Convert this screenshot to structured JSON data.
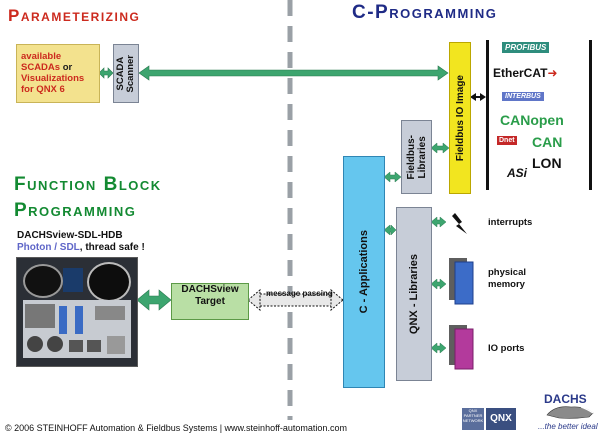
{
  "headings": {
    "parameterizing": "Parameterizing",
    "c_programming": "C-Programming",
    "function_block_1": "Function Block",
    "function_block_2": "Programming"
  },
  "scadas": {
    "line1": "available",
    "line2": "SCADAs",
    "line2_suffix": " or",
    "line3": "Visualizations",
    "line4": "for QNX 6"
  },
  "boxes": {
    "scada_scanner_1": "SCADA",
    "scada_scanner_2": "Scanner",
    "fieldbus_io_image": "Fieldbus IO Image",
    "fieldbus_libraries_1": "Fieldbus-",
    "fieldbus_libraries_2": "Libraries",
    "c_applications": "C - Applications",
    "qnx_libraries": "QNX - Libraries",
    "dachsview_target_1": "DACHSview",
    "dachsview_target_2": "Target",
    "message_passing": "message passing"
  },
  "dachsview": {
    "title": "DACHSview-SDL-HDB",
    "sub_photon": "Photon / SDL",
    "sub_rest": ", thread  safe !"
  },
  "resources": {
    "interrupts": "interrupts",
    "physical_memory_1": "physical",
    "physical_memory_2": "memory",
    "io_ports": "IO ports"
  },
  "fieldbus_logos": [
    "PROFIBUS",
    "EtherCAT",
    "INTERBUS",
    "CANopen",
    "CAN",
    "Dnet",
    "LON",
    "ASi"
  ],
  "footer": "© 2006  STEINHOFF Automation & Fieldbus Systems  |  www.steinhoff-automation.com",
  "branding": {
    "dachs": "DACHS",
    "slogan": "...the better ideal",
    "qnx_partner": "QNX PARTNER NETWORK",
    "qnx": "QNX"
  },
  "colors": {
    "green_arrow": "#3da56f",
    "heading_red": "#cc2a1e",
    "heading_blue": "#1f2b86",
    "heading_green": "#138a32"
  }
}
